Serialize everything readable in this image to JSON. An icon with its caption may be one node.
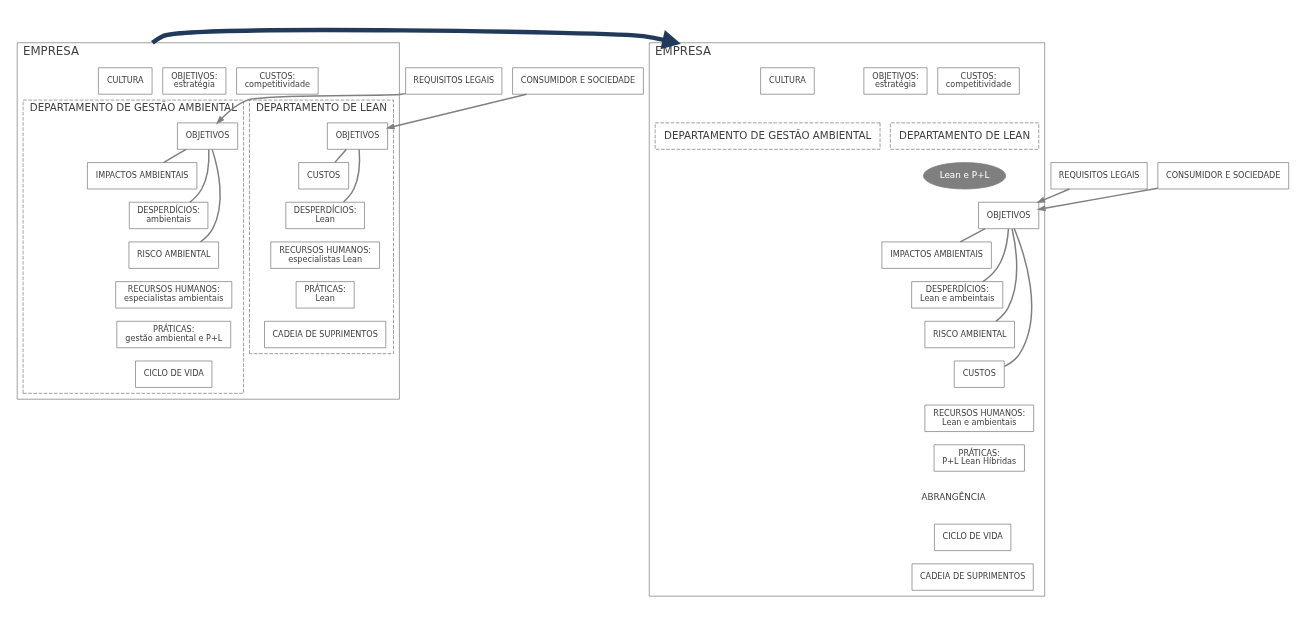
{
  "diagram": {
    "nodes": [
      {
        "text": [
          "EMPRESA"
        ]
      },
      {
        "text": [
          "CULTURA"
        ],
        "in": 0
      },
      {
        "text": [
          "OBJETIVOS:",
          "estratégia"
        ],
        "in": 0
      },
      {
        "text": [
          "CUSTOS:",
          "competitividade"
        ],
        "in": 0
      },
      {
        "text": [
          "DEPARTAMENTO DE GESTÃO AMBIENTAL"
        ],
        "in": 0
      },
      {
        "text": [
          "OBJETIVOS"
        ],
        "in": 4
      },
      {
        "text": [
          "IMPACTOS AMBIENTAIS"
        ],
        "in": 4
      },
      {
        "text": [
          "DESPERDÍCIOS:",
          "ambientais"
        ],
        "in": 4
      },
      {
        "text": [
          "RISCO AMBIENTAL"
        ],
        "in": 4
      },
      {
        "text": [
          "RECURSOS HUMANOS:",
          "especialistas ambientais"
        ],
        "in": 4
      },
      {
        "text": [
          "PRÁTICAS:",
          "gestão ambiental e P+L"
        ],
        "in": 4
      },
      {
        "text": [
          "CICLO DE VIDA"
        ],
        "in": 4
      },
      {
        "text": [
          "DEPARTAMENTO DE LEAN"
        ],
        "in": 0
      },
      {
        "text": [
          "OBJETIVOS"
        ],
        "in": 12
      },
      {
        "text": [
          "CUSTOS"
        ],
        "in": 12
      },
      {
        "text": [
          "DESPERDÍCIOS:",
          "Lean"
        ],
        "in": 12
      },
      {
        "text": [
          "RECURSOS HUMANOS:",
          "especialistas Lean"
        ],
        "in": 12
      },
      {
        "text": [
          "PRÁTICAS:",
          "Lean"
        ],
        "in": 12
      },
      {
        "text": [
          "CADEIA DE SUPRIMENTOS"
        ],
        "in": 12
      },
      {
        "text": [
          "REQUISITOS LEGAIS"
        ]
      },
      {
        "text": [
          "CONSUMIDOR E SOCIEDADE"
        ]
      },
      {
        "text": [
          "EMPRESA"
        ]
      },
      {
        "text": [
          "CULTURA"
        ],
        "in": 21
      },
      {
        "text": [
          "OBJETIVOS:",
          "estratégia"
        ],
        "in": 21
      },
      {
        "text": [
          "CUSTOS:",
          "competitividade"
        ],
        "in": 21
      },
      {
        "text": [
          "DEPARTAMENTO DE GESTÃO AMBIENTAL"
        ],
        "in": 21
      },
      {
        "text": [
          "DEPARTAMENTO DE LEAN"
        ],
        "in": 21
      },
      {
        "text": [
          "Lean e P+L"
        ],
        "in": 21
      },
      {
        "text": [
          "OBJETIVOS"
        ],
        "in": 21
      },
      {
        "text": [
          "IMPACTOS AMBIENTAIS"
        ],
        "in": 21
      },
      {
        "text": [
          "DESPERDÍCIOS:",
          "Lean e ambeintais"
        ],
        "in": 21
      },
      {
        "text": [
          "RISCO AMBIENTAL"
        ],
        "in": 21
      },
      {
        "text": [
          "CUSTOS"
        ],
        "in": 21
      },
      {
        "text": [
          "RECURSOS HUMANOS:",
          "Lean e ambientais"
        ],
        "in": 21
      },
      {
        "text": [
          "PRÁTICAS:",
          "P+L Lean Híbridas"
        ],
        "in": 21
      },
      {
        "text": [
          "CICLO DE VIDA"
        ],
        "in": 21
      },
      {
        "text": [
          "CADEIA DE SUPRIMENTOS"
        ],
        "in": 21
      },
      {
        "text": [
          "REQUISITOS LEGAIS"
        ]
      },
      {
        "text": [
          "CONSUMIDOR E SOCIEDADE"
        ]
      }
    ],
    "edges": [
      {
        "from": 19,
        "to": 5,
        "arrow": "to"
      },
      {
        "from": 20,
        "to": 13,
        "arrow": "to"
      },
      {
        "from": 5,
        "to": 6,
        "arrow": "none"
      },
      {
        "from": 5,
        "to": 7,
        "arrow": "none"
      },
      {
        "from": 5,
        "to": 8,
        "arrow": "none"
      },
      {
        "from": 13,
        "to": 14,
        "arrow": "none"
      },
      {
        "from": 13,
        "to": 15,
        "arrow": "none"
      },
      {
        "from": 0,
        "to": 21,
        "arrow": "to",
        "style": "thick",
        "color": "#213a5c"
      },
      {
        "from": 37,
        "to": 28,
        "arrow": "to"
      },
      {
        "from": 38,
        "to": 28,
        "arrow": "to"
      },
      {
        "from": 28,
        "to": 29,
        "arrow": "none"
      },
      {
        "from": 28,
        "to": 30,
        "arrow": "none"
      },
      {
        "from": 28,
        "to": 31,
        "arrow": "none"
      },
      {
        "from": 28,
        "to": 32,
        "arrow": "none"
      }
    ],
    "labels": [
      "ABRANGÊNCIA"
    ]
  }
}
